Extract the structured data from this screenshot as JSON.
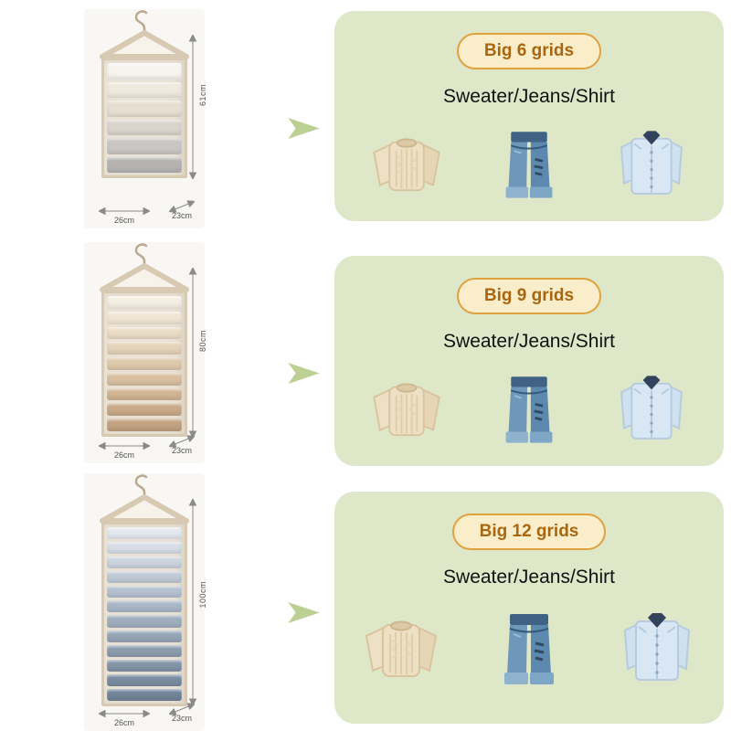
{
  "colors": {
    "panel_bg": "#dee7c8",
    "badge_bg": "#faeeca",
    "badge_border": "#e0a23f",
    "badge_text": "#a9660f",
    "subtitle_text": "#111111",
    "arrow": "#bcd094",
    "dim_text": "#555555",
    "organizer_frame": "#d8c9b2",
    "card_bg": "#f8f7f4"
  },
  "products": [
    {
      "grids": 6,
      "height_label": "61cm",
      "width_label": "26cm",
      "depth_label": "23cm",
      "shelf_colors": [
        "#f7f4ee",
        "#efe9de",
        "#e6dfd2",
        "#d9d5cd",
        "#c9c7c3",
        "#b5b4b2"
      ]
    },
    {
      "grids": 9,
      "height_label": "80cm",
      "width_label": "26cm",
      "depth_label": "23cm",
      "shelf_colors": [
        "#f5efe3",
        "#f0e6d4",
        "#ebdcc6",
        "#e5d3b9",
        "#dfc9ac",
        "#d8bfa0",
        "#d1b594",
        "#c9ab89",
        "#c2a27f"
      ]
    },
    {
      "grids": 12,
      "height_label": "100cm",
      "width_label": "26cm",
      "depth_label": "23cm",
      "shelf_colors": [
        "#e3e8ee",
        "#d7dee6",
        "#ccd4de",
        "#c0cad6",
        "#b5c1ce",
        "#aab7c6",
        "#a0aebe",
        "#96a5b6",
        "#8c9cae",
        "#8394a7",
        "#7a8ca0",
        "#718498"
      ]
    }
  ],
  "panels": [
    {
      "badge": "Big 6 grids",
      "subtitle": "Sweater/Jeans/Shirt",
      "garments": [
        "sweater-icon",
        "jeans-icon",
        "shirt-icon"
      ]
    },
    {
      "badge": "Big 9 grids",
      "subtitle": "Sweater/Jeans/Shirt",
      "garments": [
        "sweater-icon",
        "jeans-icon",
        "shirt-icon"
      ]
    },
    {
      "badge": "Big 12 grids",
      "subtitle": "Sweater/Jeans/Shirt",
      "garments": [
        "sweater-icon",
        "jeans-icon",
        "shirt-icon"
      ]
    }
  ]
}
